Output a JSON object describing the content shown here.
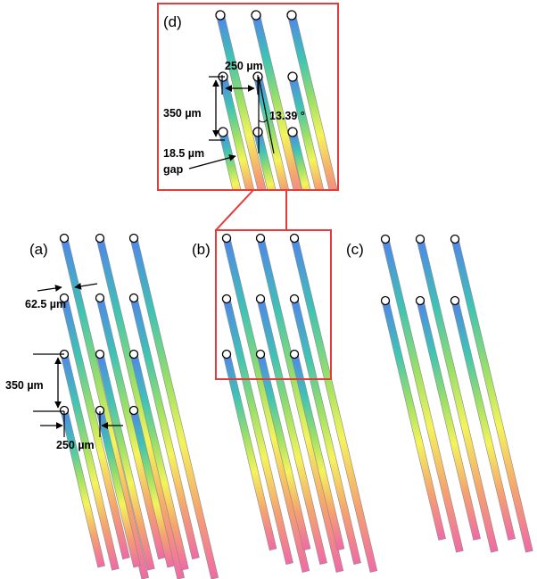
{
  "panels": {
    "a": {
      "label": "(a)"
    },
    "b": {
      "label": "(b)"
    },
    "c": {
      "label": "(c)"
    },
    "d": {
      "label": "(d)"
    }
  },
  "annotations": {
    "core_pitch_h": "250 µm",
    "core_pitch_v": "350 µm",
    "core_diameter": "62.5 µm",
    "tilt_angle": "13.39 °",
    "gap_line1": "18.5 µm",
    "gap_line2": "gap",
    "detail_pitch_h": "250 µm",
    "detail_pitch_v": "350 µm"
  },
  "colors": {
    "gradient_stops": [
      "#4f86ea",
      "#3fc4b4",
      "#9be066",
      "#f5f45a",
      "#f6a46e",
      "#f06aa6"
    ],
    "highlight_box": "#e53b3b",
    "fiber_outline": "#8a8a8a"
  }
}
